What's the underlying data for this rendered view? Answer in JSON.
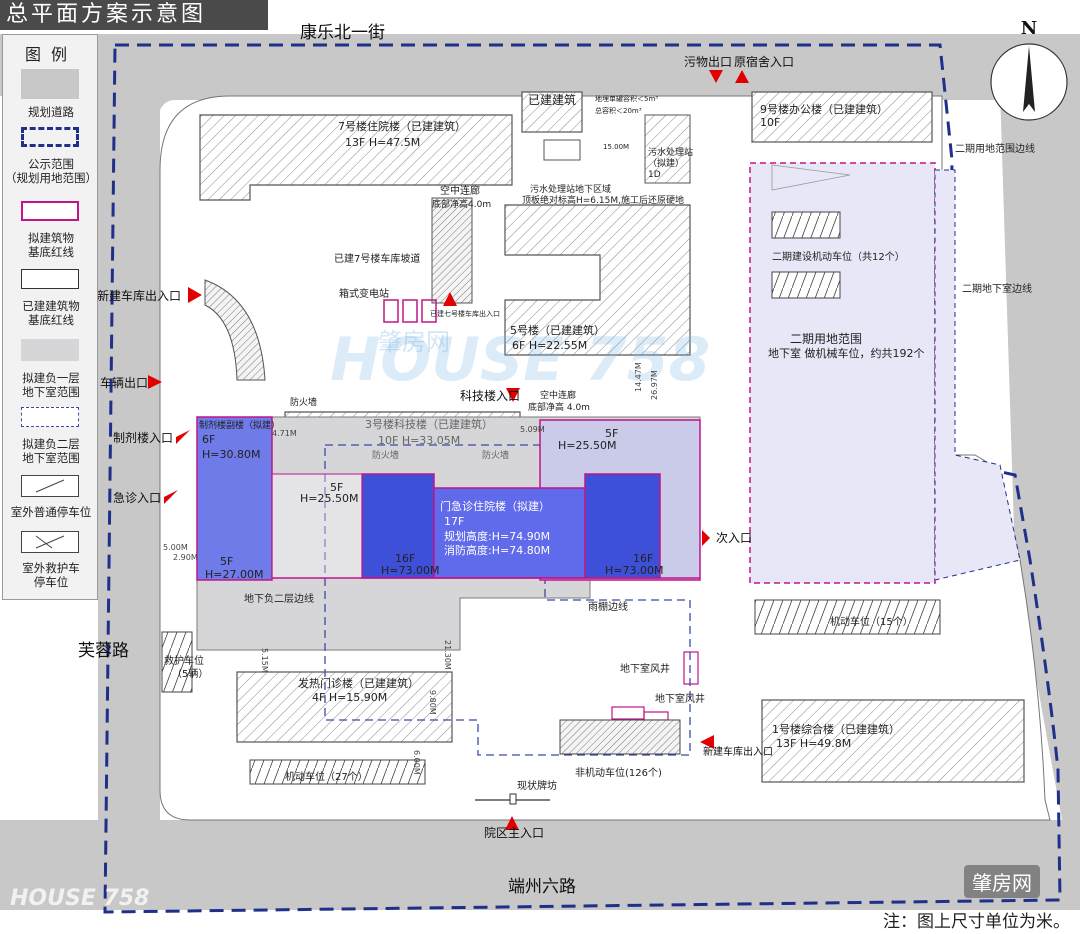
{
  "header": {
    "title": "总平面方案示意图"
  },
  "legend": {
    "title": "图例",
    "items": [
      {
        "key": "road",
        "label": "规划道路"
      },
      {
        "key": "boundary",
        "label": "公示范围\n（规划用地范围）"
      },
      {
        "key": "proposed",
        "label": "拟建筑物\n基底红线"
      },
      {
        "key": "existing",
        "label": "已建建筑物\n基底红线"
      },
      {
        "key": "b1",
        "label": "拟建负一层\n地下室范围"
      },
      {
        "key": "b2",
        "label": "拟建负二层\n地下室范围"
      },
      {
        "key": "parking",
        "label": "室外普通停车位"
      },
      {
        "key": "ambulance",
        "label": "室外救护车\n停车位"
      }
    ]
  },
  "roads": {
    "north": "康乐北一街",
    "south": "端州六路",
    "west": "芙蓉路"
  },
  "compass": {
    "label": "N"
  },
  "buildings": {
    "b7": {
      "name": "7号楼住院楼（已建建筑）",
      "info": "13F H=47.5M"
    },
    "built_small": {
      "name": "已建建筑"
    },
    "sewage": {
      "name": "污水处理站\n（拟建）\n1D"
    },
    "sewage_notes": [
      "地埋单罐容积＜5m³",
      "总容积＜20m³",
      "15.00M"
    ],
    "b9": {
      "name": "9号楼办公楼（已建建筑）",
      "info": "10F"
    },
    "b5": {
      "name": "5号楼（已建建筑）",
      "info": "6F H=22.55M"
    },
    "b3": {
      "name": "3号楼科技楼（已建建筑）",
      "info": "10F    H=33.05M"
    },
    "pharm": {
      "name": "制剂楼副楼（拟建）",
      "info1": "6F",
      "info2": "H=30.80M",
      "info3": "5F",
      "info4": "H=27.00M"
    },
    "main": {
      "name": "门急诊住院楼（拟建）",
      "floors": "17F",
      "h_plan": "规划高度:H=74.90M",
      "h_fire": "消防高度:H=74.80M"
    },
    "wing_l": {
      "floors": "16F",
      "h": "H=73.00M"
    },
    "wing_r": {
      "floors": "16F",
      "h": "H=73.00M"
    },
    "podium_l": {
      "floors": "5F",
      "h": "H=25.50M"
    },
    "podium_r": {
      "floors": "5F",
      "h": "H=25.50M"
    },
    "fever": {
      "name": "发热门诊楼（已建建筑）",
      "info": "4F H=15.90M"
    },
    "b1": {
      "name": "1号楼综合楼（已建建筑）",
      "info": "13F H=49.8M"
    },
    "phase2": {
      "name": "二期用地范围",
      "info": "地下室 做机械车位，约共192个"
    },
    "phase2_parking": "二期建设机动车位（共12个）"
  },
  "labels": {
    "sewage_underground": "污水处理站地下区域",
    "sewage_slab": "顶板绝对标高H=6.15M,施工后还原硬地",
    "skybridge1": "空中连廊",
    "skybridge1_h": "底部净高4.0m",
    "skybridge2": "空中连廊",
    "skybridge2_h": "底部净高 4.0m",
    "ramp": "已建7号楼车库坡道",
    "ramp_entry": "已建七号楼车库出入口",
    "transformer": "箱式变电站",
    "firewall1": "防火墙",
    "firewall2": "防火墙",
    "firewall3": "防火墙",
    "phase2_edge1": "二期用地范围边线",
    "phase2_edge2": "二期地下室边线",
    "b2_edge": "地下负二层边线",
    "canopy": "雨棚边线",
    "vent1": "地下室风井",
    "vent2": "地下室风井",
    "ambulance": "救护车位",
    "ambulance_count": "（5辆）",
    "motor_parking1": "机动车位（27个）",
    "motor_parking2": "机动车位（15个）",
    "nonmotor": "非机动车位(126个)",
    "arch": "现状牌坊"
  },
  "entrances": {
    "waste_exit": "污物出口",
    "dorm": "原宿舍入口",
    "new_garage1": "新建车库出入口",
    "vehicle_exit": "车辆出口",
    "pharm_entry": "制剂楼入口",
    "emergency": "急诊入口",
    "sci_entry": "科技楼入口",
    "secondary": "次入口",
    "new_garage2": "新建车库出入口",
    "main_entry": "院区主入口"
  },
  "dims": [
    "4.71M",
    "5.09M",
    "14.47M",
    "26.97M",
    "5.00M",
    "2.90M",
    "21.30M",
    "5.15M",
    "6.00M",
    "9.80M"
  ],
  "note": "注：图上尺寸单位为米。",
  "watermark": {
    "center": "肇房网",
    "bottom_right": "肇房网",
    "bottom_left": "HOUSE 758"
  },
  "colors": {
    "boundary": "#1f2f8a",
    "proposed": "#c0158a",
    "red_arrow": "#e00000",
    "b1_fill": "#d6d6d9",
    "main_fill": "#5f6bea",
    "tower_fill": "#3e4fd8",
    "road": "#c8c8c8",
    "phase2_fill": "#e7e7f7"
  }
}
